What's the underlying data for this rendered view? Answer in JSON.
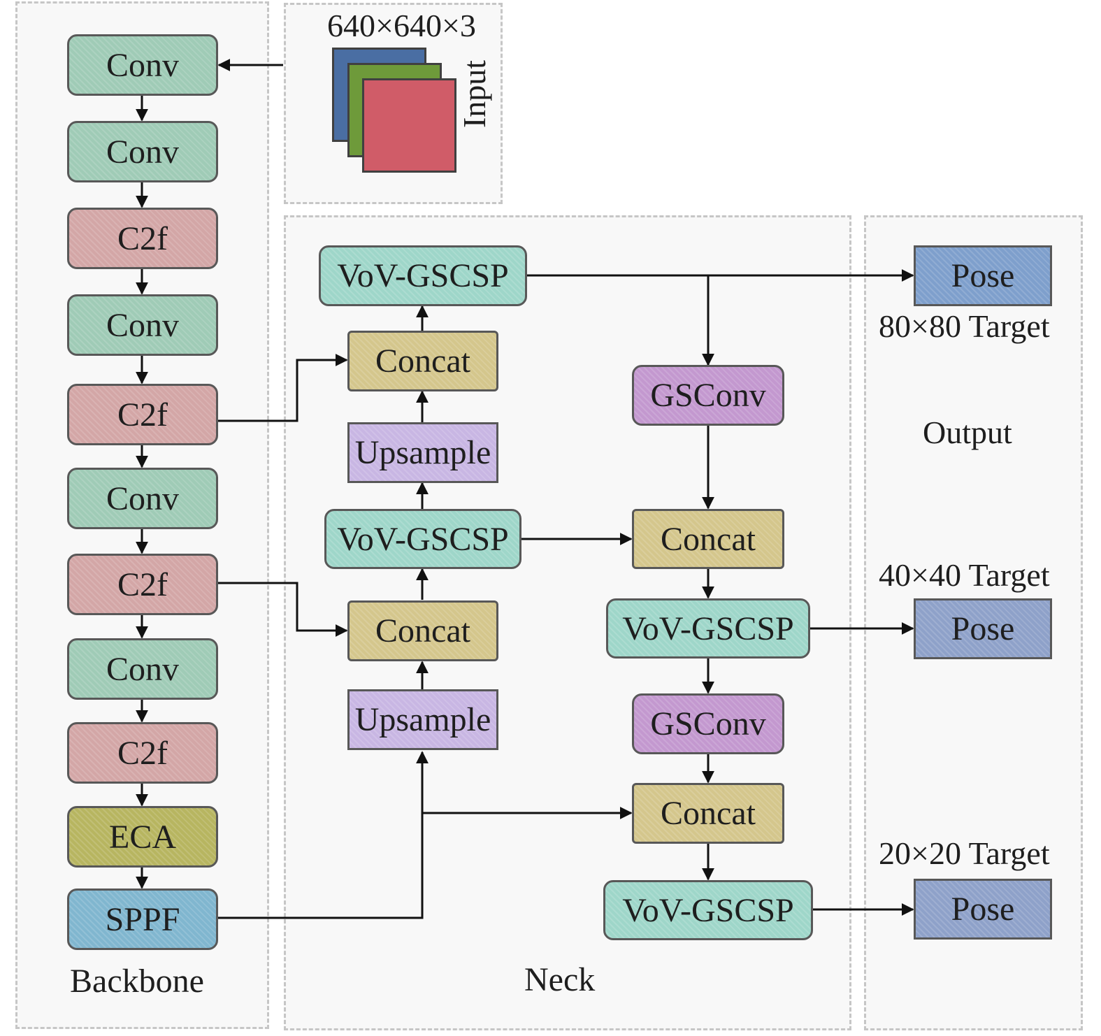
{
  "input": {
    "shape": "640×640×3",
    "label": "Input"
  },
  "backbone": {
    "title": "Backbone",
    "layers": [
      "Conv",
      "Conv",
      "C2f",
      "Conv",
      "C2f",
      "Conv",
      "C2f",
      "Conv",
      "C2f",
      "ECA",
      "SPPF"
    ]
  },
  "neck": {
    "title": "Neck",
    "left_column": {
      "vov_top": "VoV-GSCSP",
      "concat_top": "Concat",
      "upsample_top": "Upsample",
      "vov_mid": "VoV-GSCSP",
      "concat_bottom": "Concat",
      "upsample_bottom": "Upsample"
    },
    "right_column": {
      "gsconv_top": "GSConv",
      "concat_mid": "Concat",
      "vov_mid": "VoV-GSCSP",
      "gsconv_bottom": "GSConv",
      "concat_bottom": "Concat",
      "vov_bottom": "VoV-GSCSP"
    }
  },
  "output": {
    "title": "Output",
    "heads": [
      {
        "label": "Pose",
        "target": "80×80 Target"
      },
      {
        "label": "Pose",
        "target": "40×40 Target"
      },
      {
        "label": "Pose",
        "target": "20×20 Target"
      }
    ]
  },
  "colors": {
    "conv": "#9fcbb6",
    "c2f": "#d3a6a6",
    "eca": "#b7b560",
    "sppf": "#80b6cf",
    "vov_gscsp": "#9ed6c9",
    "concat": "#d4c68c",
    "upsample": "#c8b6e3",
    "gsconv": "#c398cf",
    "pose": "#8ea1c9",
    "input_channels": [
      "#4a6ea3",
      "#6e9a3a",
      "#d05c68"
    ]
  }
}
